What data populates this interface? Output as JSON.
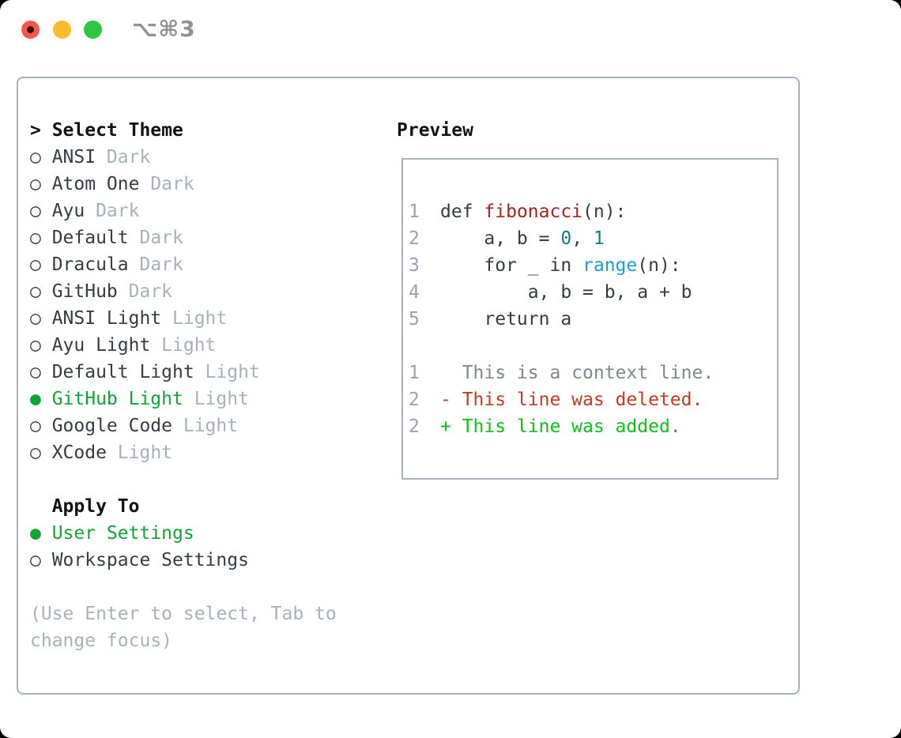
{
  "titlebar": {
    "shortcut": "⌥⌘3"
  },
  "theme_list": {
    "cursor": ">",
    "header": "Select Theme",
    "radio_unselected": "○",
    "radio_selected": "●",
    "items": [
      {
        "name": "ANSI",
        "variant": "Dark",
        "selected": false
      },
      {
        "name": "Atom One",
        "variant": "Dark",
        "selected": false
      },
      {
        "name": "Ayu",
        "variant": "Dark",
        "selected": false
      },
      {
        "name": "Default",
        "variant": "Dark",
        "selected": false
      },
      {
        "name": "Dracula",
        "variant": "Dark",
        "selected": false
      },
      {
        "name": "GitHub",
        "variant": "Dark",
        "selected": false
      },
      {
        "name": "ANSI Light",
        "variant": "Light",
        "selected": false
      },
      {
        "name": "Ayu Light",
        "variant": "Light",
        "selected": false
      },
      {
        "name": "Default Light",
        "variant": "Light",
        "selected": false
      },
      {
        "name": "GitHub Light",
        "variant": "Light",
        "selected": true
      },
      {
        "name": "Google Code",
        "variant": "Light",
        "selected": false
      },
      {
        "name": "XCode",
        "variant": "Light",
        "selected": false
      }
    ]
  },
  "apply_to": {
    "header": "Apply To",
    "options": [
      {
        "label": "User Settings",
        "selected": true
      },
      {
        "label": "Workspace Settings",
        "selected": false
      }
    ]
  },
  "hint": [
    "(Use Enter to select, Tab to",
    "change focus)"
  ],
  "preview": {
    "header": "Preview",
    "lines": [
      {
        "num": "1",
        "tokens": [
          {
            "t": "def ",
            "c": "code"
          },
          {
            "t": "fibonacci",
            "c": "func"
          },
          {
            "t": "(n):",
            "c": "code"
          }
        ]
      },
      {
        "num": "2",
        "tokens": [
          {
            "t": "    a, b = ",
            "c": "code"
          },
          {
            "t": "0",
            "c": "num"
          },
          {
            "t": ", ",
            "c": "code"
          },
          {
            "t": "1",
            "c": "num"
          }
        ]
      },
      {
        "num": "3",
        "tokens": [
          {
            "t": "    for _ in ",
            "c": "code"
          },
          {
            "t": "range",
            "c": "builtin"
          },
          {
            "t": "(n):",
            "c": "code"
          }
        ]
      },
      {
        "num": "4",
        "tokens": [
          {
            "t": "        a, b = b, a + b",
            "c": "code"
          }
        ]
      },
      {
        "num": "5",
        "tokens": [
          {
            "t": "    return a",
            "c": "code"
          }
        ]
      },
      {
        "num": "",
        "tokens": []
      },
      {
        "num": "1",
        "tokens": [
          {
            "t": "  This is a context line.",
            "c": "context"
          }
        ]
      },
      {
        "num": "2",
        "tokens": [
          {
            "t": "- This line was deleted.",
            "c": "deleted"
          }
        ]
      },
      {
        "num": "2",
        "tokens": [
          {
            "t": "+ This line was added.",
            "c": "added"
          }
        ]
      }
    ]
  },
  "colors": {
    "selected_green": "#10a335",
    "added_green": "#0bc215",
    "deleted_red": "#c43a24",
    "context_gray": "#7f8791",
    "func_red": "#a3241b",
    "number_teal": "#0e7e87",
    "builtin_blue": "#189fd0",
    "tag_gray": "#a8b0bd",
    "hint_gray": "#a8b0bd",
    "line_number_gray": "#98a1b1",
    "panel_border": "#a9b1bc",
    "code_text": "#363c44",
    "list_text": "#363c45",
    "header_text": "#101317",
    "shortcut_gray": "#8e9195",
    "traffic_red": "#f5574c",
    "traffic_red_dot": "#3c0d0a",
    "traffic_yellow": "#fcbb2d",
    "traffic_green": "#2bc840"
  }
}
